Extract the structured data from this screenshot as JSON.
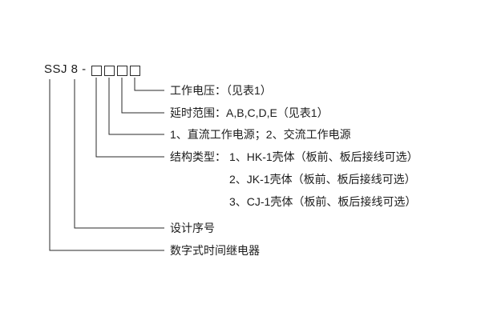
{
  "model": {
    "prefix": "SSJ 8 -",
    "box_count": 4
  },
  "labels": {
    "working_voltage": "工作电压：（见表1）",
    "delay_range": "延时范围：A,B,C,D,E（见表1）",
    "power_supply": "1、直流工作电源；2、交流工作电源",
    "structure_type_title": "结构类型：",
    "structure_type_1": "1、HK-1壳体（板前、板后接线可选）",
    "structure_type_2": "2、JK-1壳体（板前、板后接线可选）",
    "structure_type_3": "3、CJ-1壳体（板前、板后接线可选）",
    "design_serial": "设计序号",
    "product_name": "数字式时间继电器"
  },
  "colors": {
    "background": "#ffffff",
    "line": "#2a2a2a",
    "text": "#1c1c1c"
  }
}
